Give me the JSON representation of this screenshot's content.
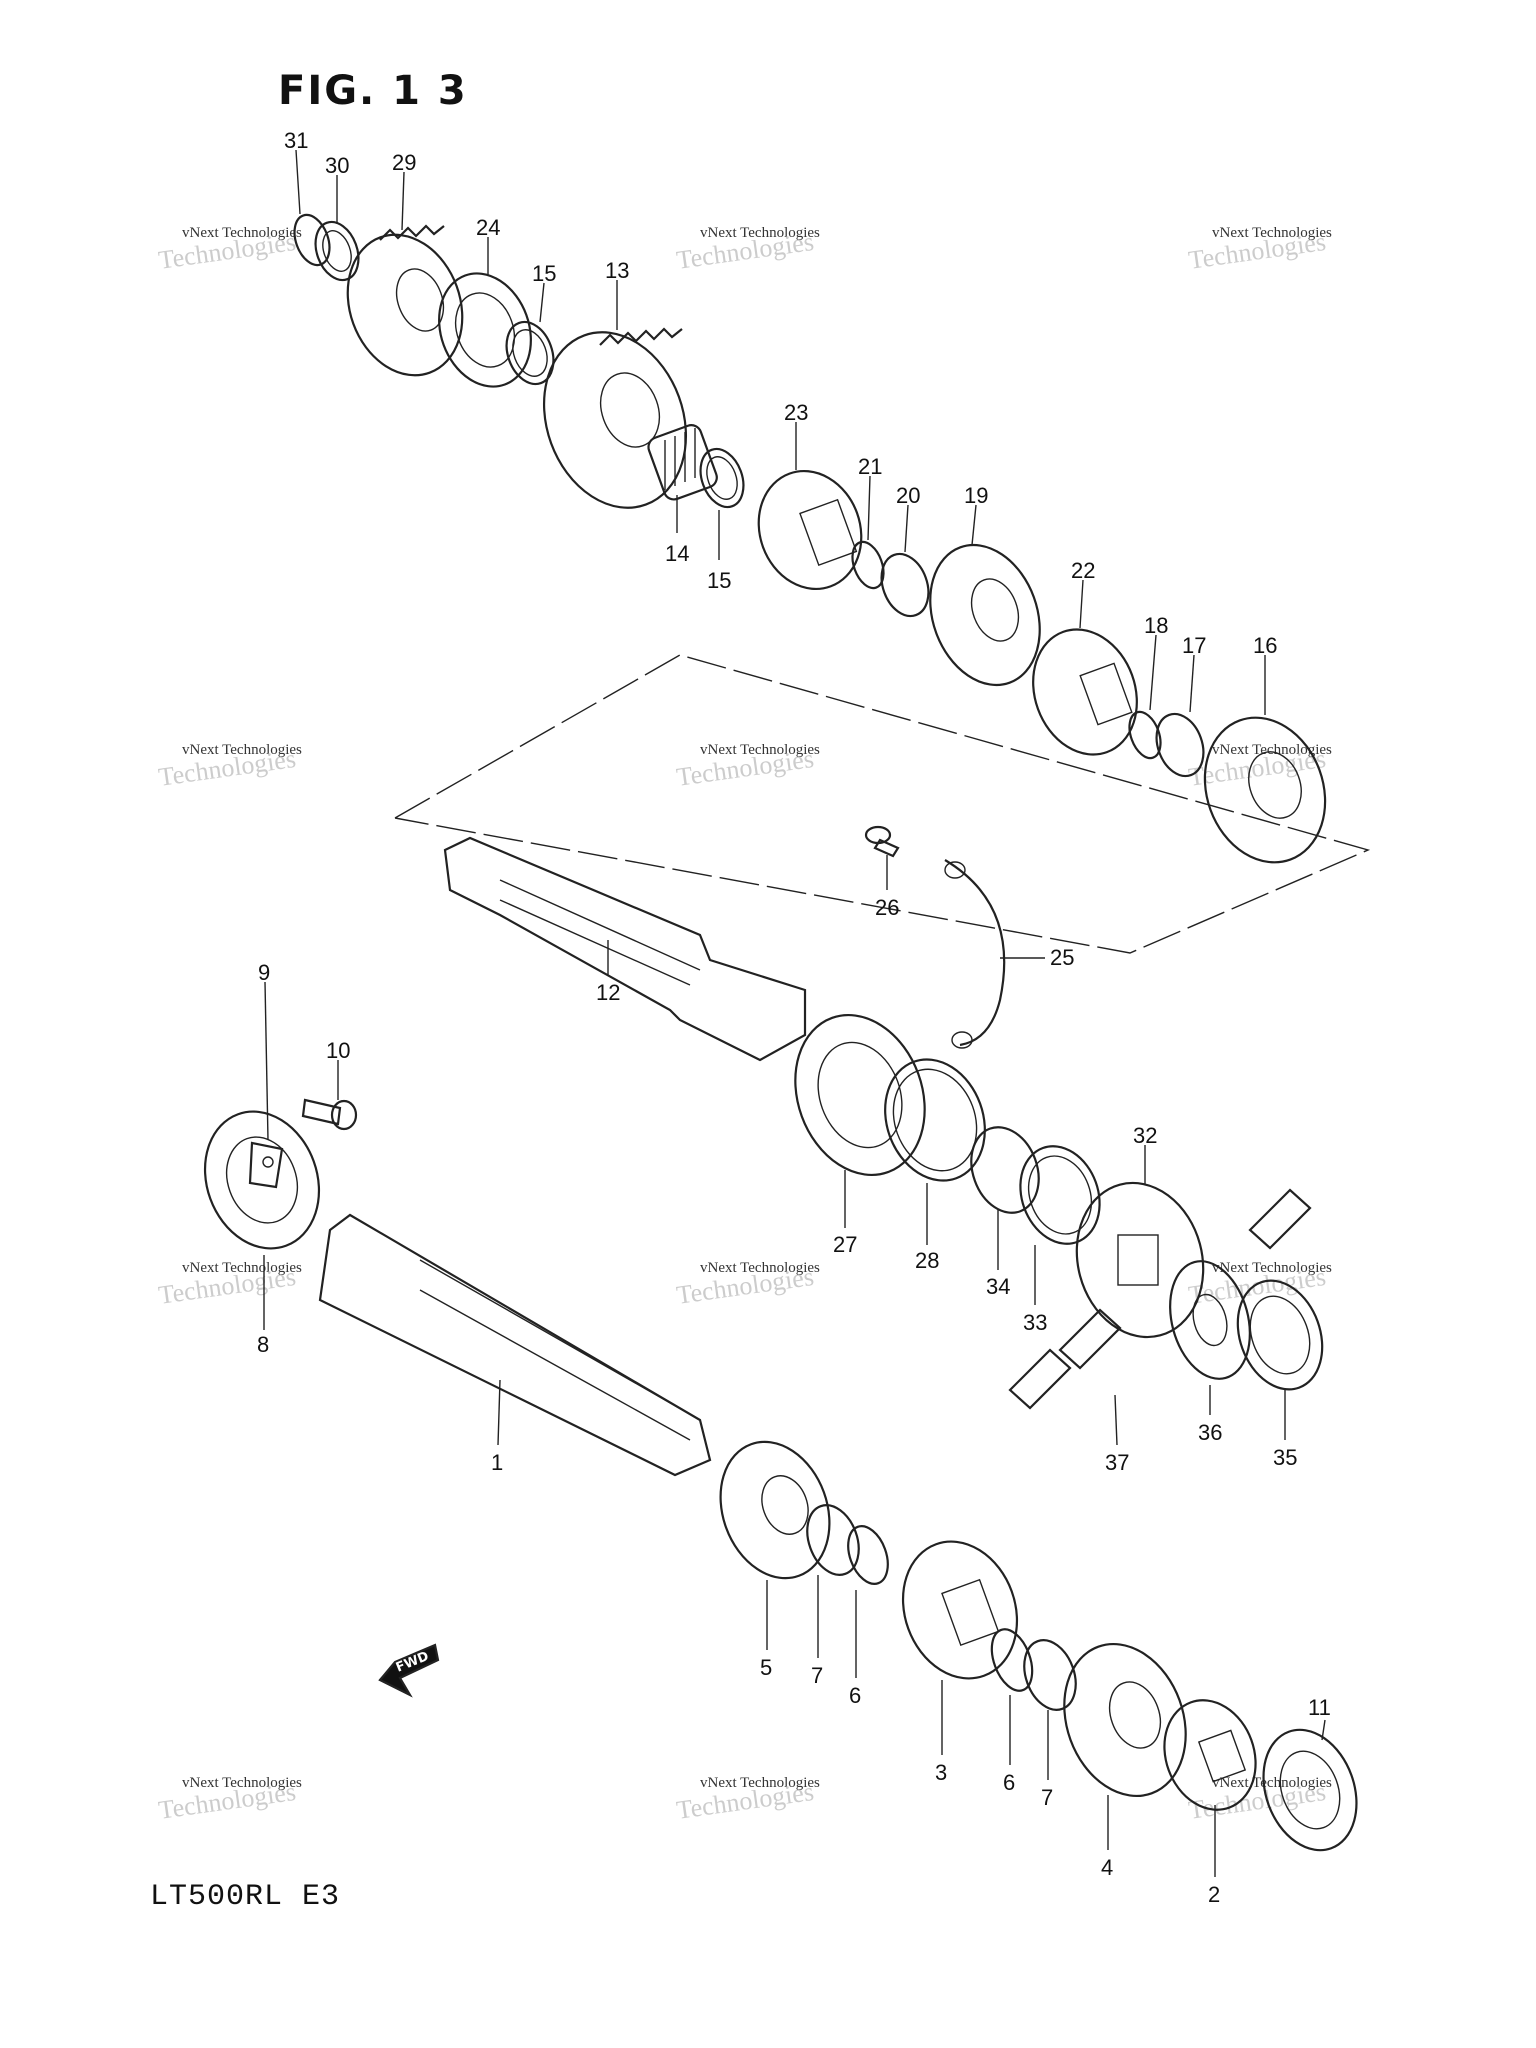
{
  "figure_title": "FIG. 1 3",
  "model_code": "LT500RL  E3",
  "fwd_label": "FWD",
  "watermark": {
    "line1": "vNext Technologies",
    "line2": "Technologies"
  },
  "callouts": [
    "1",
    "2",
    "3",
    "4",
    "5",
    "6",
    "6",
    "7",
    "7",
    "8",
    "9",
    "10",
    "11",
    "12",
    "13",
    "14",
    "15",
    "15",
    "16",
    "17",
    "18",
    "19",
    "20",
    "21",
    "22",
    "23",
    "24",
    "25",
    "26",
    "27",
    "28",
    "29",
    "30",
    "31",
    "32",
    "33",
    "34",
    "35",
    "36",
    "37"
  ]
}
